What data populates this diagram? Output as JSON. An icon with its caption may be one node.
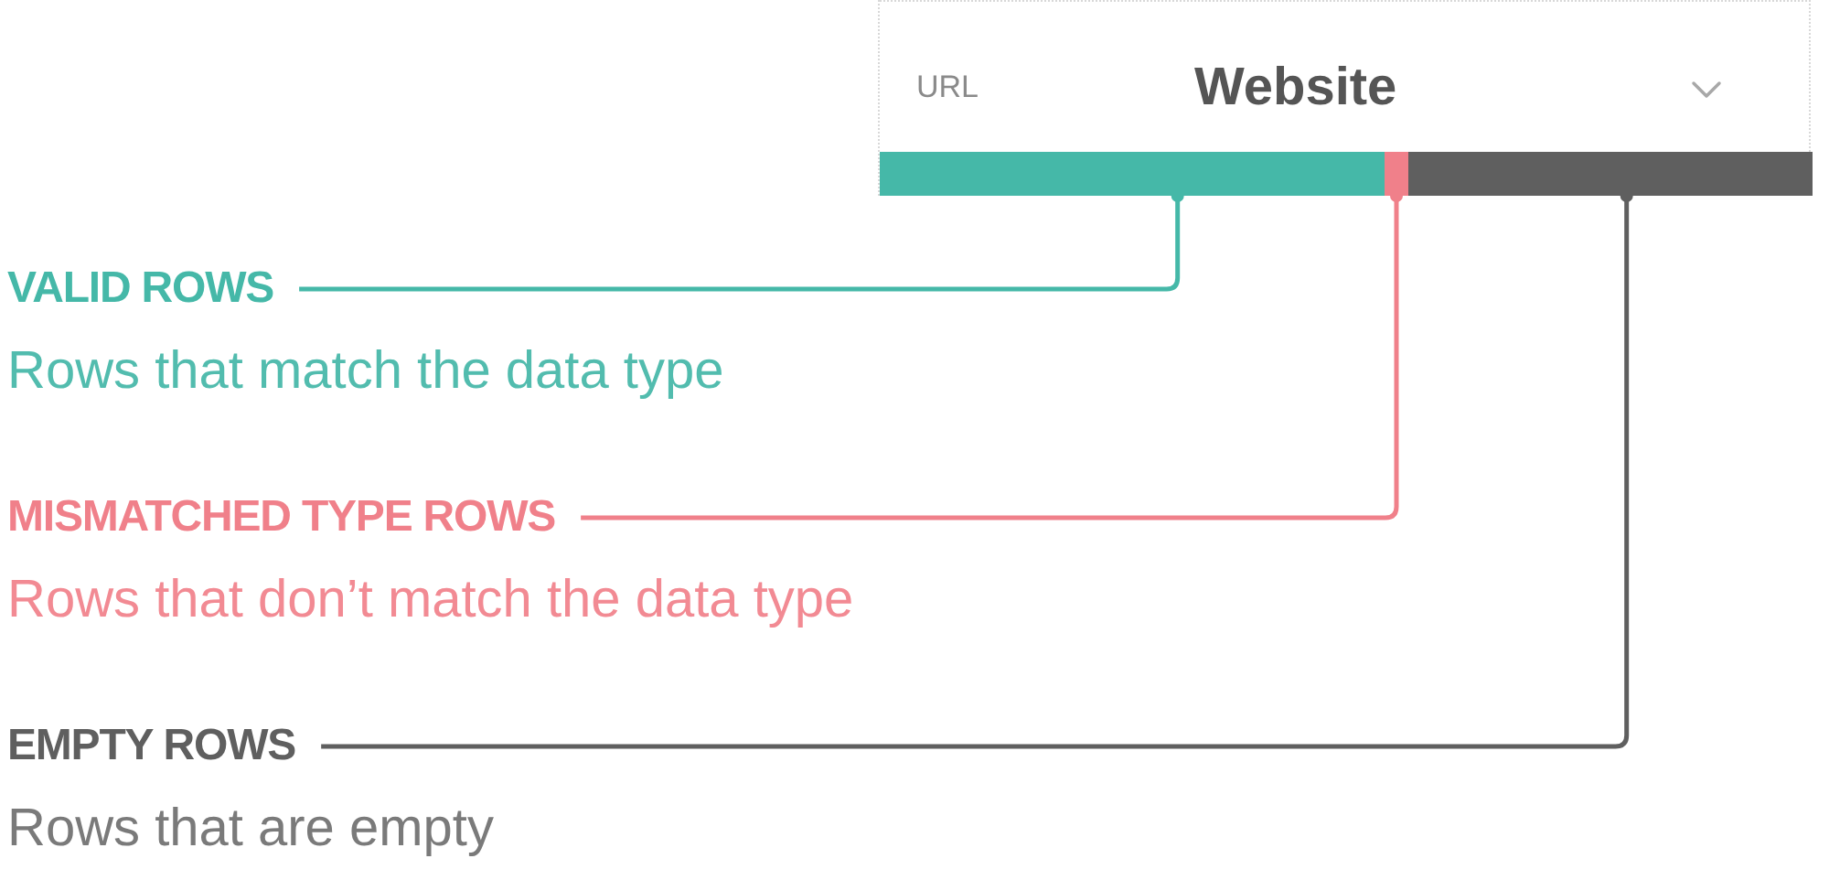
{
  "diagram": {
    "nodes": [
      {
        "text": [
          "URL",
          "Website"
        ]
      },
      {
        "text": [],
        "shape": "bar",
        "in": 0
      },
      {
        "text": [],
        "shape": "bar",
        "in": 0
      },
      {
        "text": [],
        "shape": "bar",
        "in": 0
      },
      {
        "text": [
          "VALID ROWS",
          "Rows that match the data type"
        ]
      },
      {
        "text": [
          "MISMATCHED TYPE ROWS",
          "Rows that don’t match the data type"
        ]
      },
      {
        "text": [
          "EMPTY ROWS",
          "Rows that are empty"
        ]
      }
    ],
    "edges": [
      {
        "from": 4,
        "to": 1,
        "arrow": "other",
        "color": "#45b8a8"
      },
      {
        "from": 5,
        "to": 2,
        "arrow": "other",
        "color": "#f0808a"
      },
      {
        "from": 6,
        "to": 3,
        "arrow": "other",
        "color": "#5f5f5f"
      }
    ]
  }
}
